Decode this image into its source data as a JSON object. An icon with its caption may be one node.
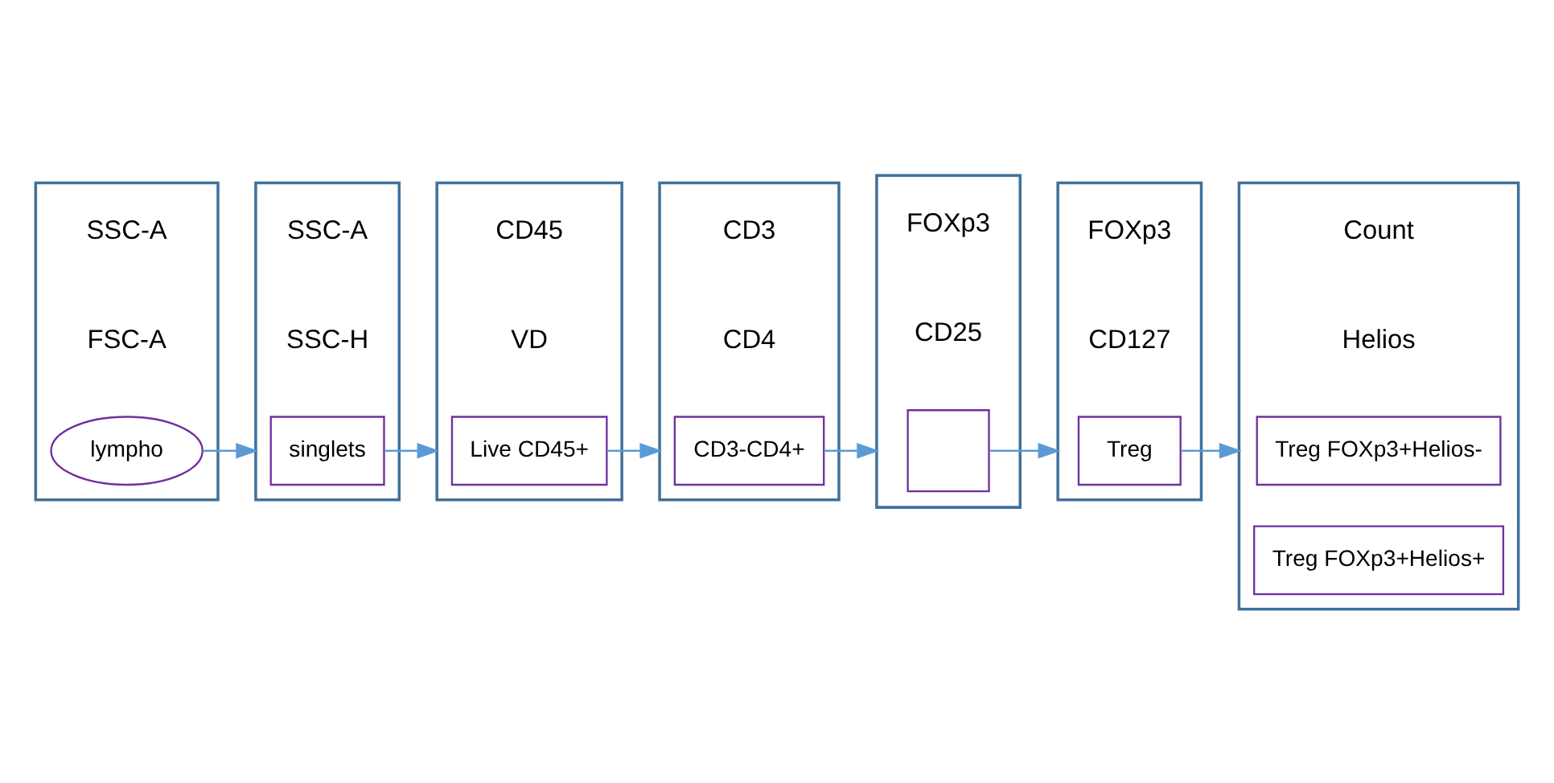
{
  "diagram": {
    "nodes": [
      {
        "text": [],
        "shape": "box",
        "beside": [
          "SSC-A",
          "FSC-A"
        ]
      },
      {
        "text": [
          "lympho"
        ],
        "in": 0
      },
      {
        "text": [],
        "shape": "box",
        "beside": [
          "SSC-A",
          "SSC-H"
        ]
      },
      {
        "text": [
          "singlets"
        ],
        "in": 2
      },
      {
        "text": [],
        "shape": "box",
        "beside": [
          "CD45",
          "VD"
        ]
      },
      {
        "text": [
          "Live CD45+"
        ],
        "in": 4
      },
      {
        "text": [],
        "shape": "box",
        "beside": [
          "CD3",
          "CD4"
        ]
      },
      {
        "text": [
          "CD3-CD4+"
        ],
        "in": 6
      },
      {
        "text": [],
        "shape": "box",
        "beside": [
          "Count",
          "Helios"
        ]
      },
      {
        "text": [
          "Treg FOXp3+Helios-"
        ],
        "in": 8
      },
      {
        "text": [
          "Treg FOXp3+Helios+"
        ],
        "in": 8
      },
      {
        "text": [],
        "shape": "box",
        "beside": [
          "FOXp3",
          "CD127"
        ]
      },
      {
        "text": [
          "Treg"
        ],
        "in": 11
      },
      {
        "text": [],
        "shape": "box",
        "beside": [
          "FOXp3",
          "CD25"
        ]
      },
      {
        "text": [],
        "shape": "box",
        "in": 13
      }
    ],
    "edges": [
      {
        "from": 1,
        "to": 2,
        "arrow": "to"
      },
      {
        "from": 3,
        "to": 4,
        "arrow": "to"
      },
      {
        "from": 5,
        "to": 6,
        "arrow": "to"
      },
      {
        "from": 7,
        "to": 13,
        "arrow": "to"
      },
      {
        "from": 14,
        "to": 11,
        "arrow": "to"
      },
      {
        "from": 12,
        "to": 8,
        "arrow": "to"
      }
    ]
  }
}
